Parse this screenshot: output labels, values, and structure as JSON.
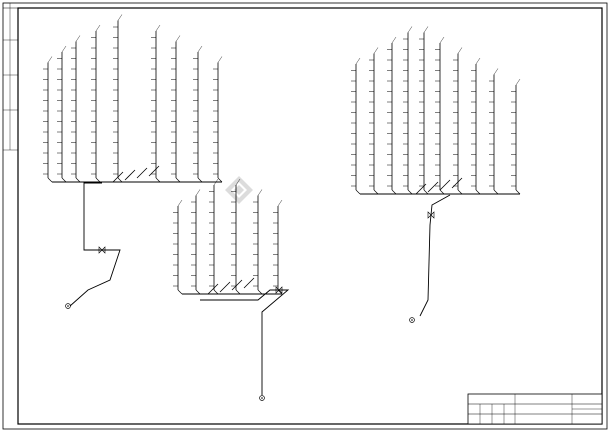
{
  "drawing": {
    "title_block": {
      "project_label": "",
      "drawing_title": "",
      "sheet_label": "",
      "sheet_number": "",
      "scale_label": ""
    },
    "watermark": {
      "logo_name": "tumu-zaixian-logo",
      "main": "",
      "sub": ""
    },
    "systems": [
      {
        "id": "left",
        "risers": [
          {
            "tag": "",
            "floors": 11
          },
          {
            "tag": "",
            "floors": 12
          },
          {
            "tag": "",
            "floors": 13
          },
          {
            "tag": "",
            "floors": 14
          },
          {
            "tag": "",
            "floors": 15
          },
          {
            "tag": "",
            "floors": 14
          },
          {
            "tag": "",
            "floors": 13
          },
          {
            "tag": "",
            "floors": 12
          },
          {
            "tag": "",
            "floors": 11
          }
        ],
        "elevation_labels": [
          "",
          "",
          "",
          "",
          "",
          "",
          "",
          "",
          "",
          "",
          "",
          "",
          "",
          ""
        ]
      },
      {
        "id": "middle",
        "risers": [
          {
            "tag": "",
            "floors": 8
          },
          {
            "tag": "",
            "floors": 9
          },
          {
            "tag": "",
            "floors": 10
          },
          {
            "tag": "",
            "floors": 10
          },
          {
            "tag": "",
            "floors": 9
          },
          {
            "tag": "",
            "floors": 8
          }
        ],
        "elevation_labels": [
          "",
          "",
          "",
          "",
          "",
          "",
          "",
          "",
          "",
          ""
        ]
      },
      {
        "id": "right",
        "risers": [
          {
            "tag": "",
            "floors": 12
          },
          {
            "tag": "",
            "floors": 13
          },
          {
            "tag": "",
            "floors": 14
          },
          {
            "tag": "",
            "floors": 15
          },
          {
            "tag": "",
            "floors": 15
          },
          {
            "tag": "",
            "floors": 14
          },
          {
            "tag": "",
            "floors": 13
          },
          {
            "tag": "",
            "floors": 12
          },
          {
            "tag": "",
            "floors": 11
          },
          {
            "tag": "",
            "floors": 10
          }
        ],
        "elevation_labels": [
          "",
          "",
          "",
          "",
          "",
          "",
          "",
          "",
          "",
          "",
          "",
          "",
          "",
          ""
        ]
      }
    ]
  }
}
